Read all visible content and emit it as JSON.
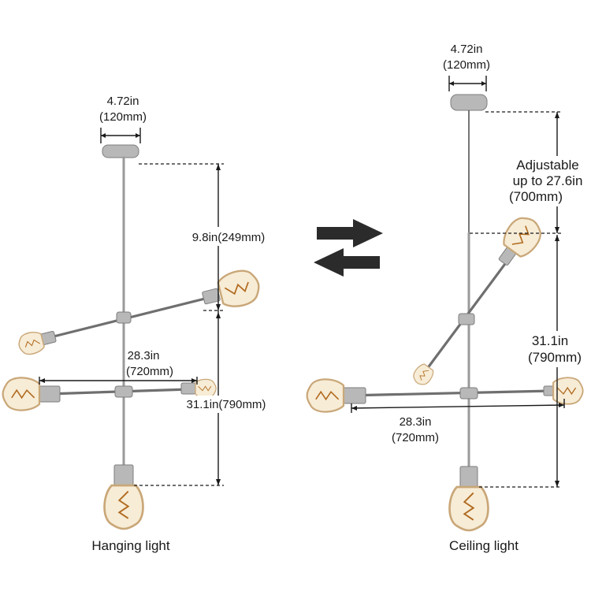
{
  "hanging": {
    "canopy_width": "4.72in",
    "canopy_width_mm": "(120mm)",
    "drop": "9.8in(249mm)",
    "span": "28.3in",
    "span_mm": "(720mm)",
    "height": "31.1in(790mm)",
    "caption": "Hanging light"
  },
  "ceiling": {
    "canopy_width": "4.72in",
    "canopy_width_mm": "(120mm)",
    "adjust_line1": "Adjustable",
    "adjust_line2": "up to 27.6in",
    "adjust_line3": "(700mm)",
    "height": "31.1in",
    "height_mm": "(790mm)",
    "span": "28.3in",
    "span_mm": "(720mm)",
    "caption": "Ceiling light"
  },
  "colors": {
    "arrow": "#2b2b2b",
    "metal": "#b8b8b8",
    "bulb": "#f7ecd6"
  },
  "icons": [
    "arrow-right-icon",
    "arrow-left-icon"
  ]
}
